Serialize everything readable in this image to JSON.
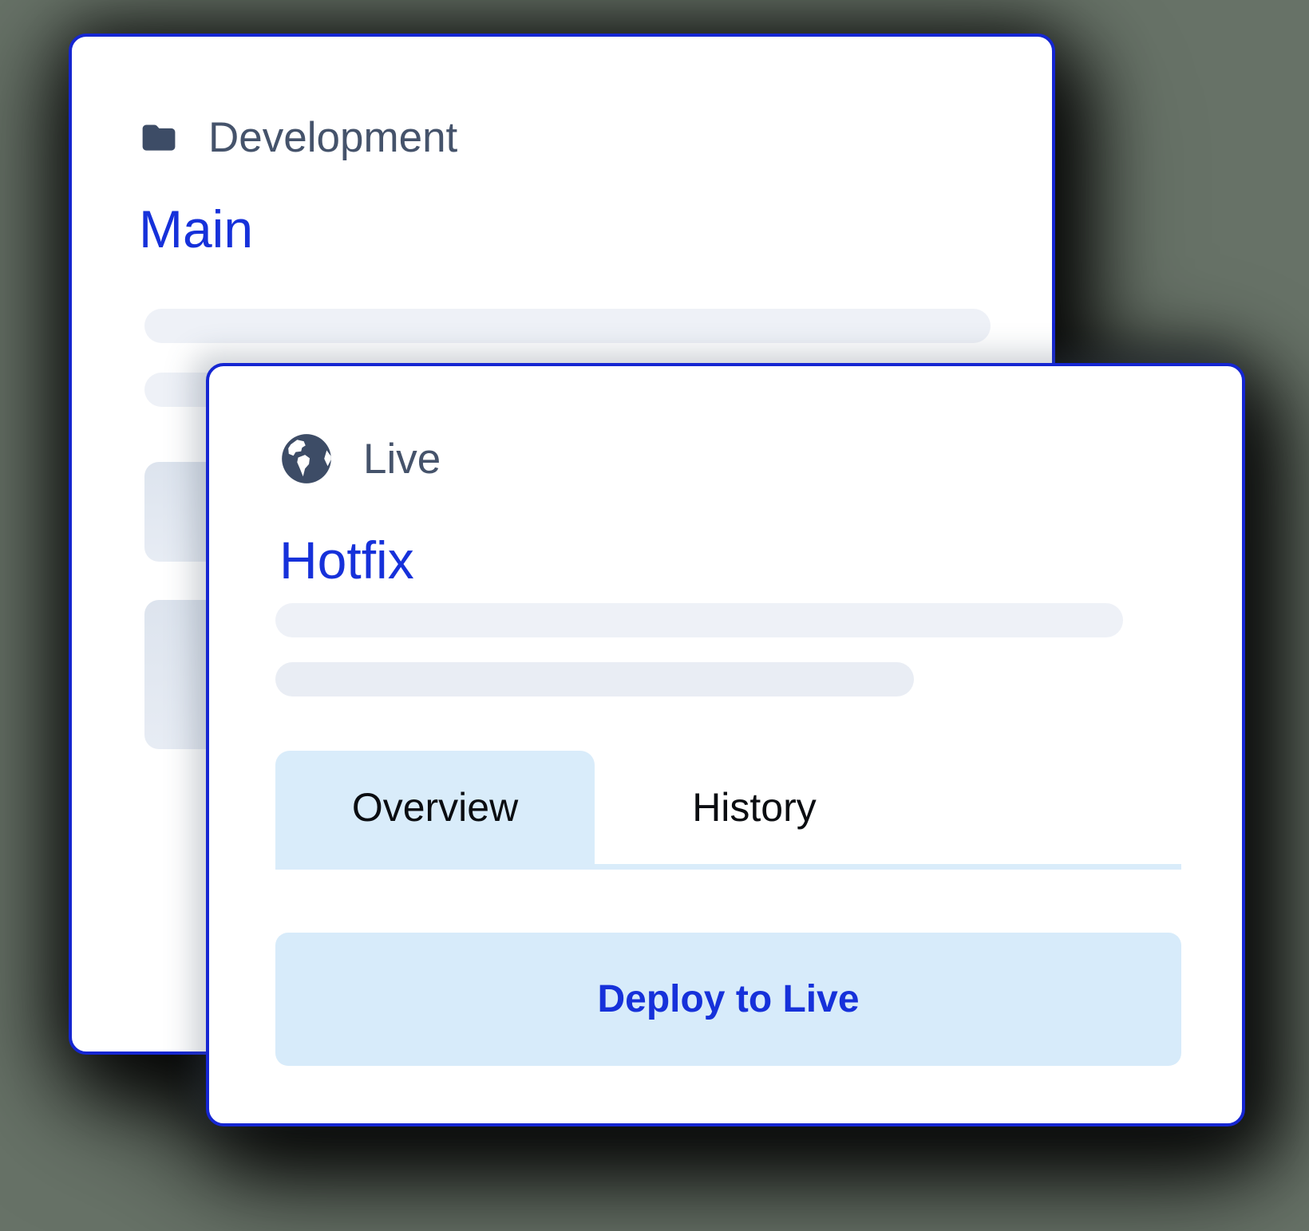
{
  "colors": {
    "background_green": "#6d896d",
    "card_border_blue": "#1526d2",
    "branch_title_blue": "#1631da",
    "light_blue_fill": "#d7ebfa",
    "slate_text": "#45536b",
    "icon_slate": "#3d4c66",
    "skeleton_light": "#eef1f7",
    "skeleton_block": "#dde4ee"
  },
  "back_card": {
    "environment": "Development",
    "branch": "Main",
    "icon": "folder-icon"
  },
  "front_card": {
    "environment": "Live",
    "branch": "Hotfix",
    "icon": "globe-icon",
    "tabs": [
      {
        "label": "Overview",
        "active": true
      },
      {
        "label": "History",
        "active": false
      }
    ],
    "deploy_button_label": "Deploy to Live"
  }
}
